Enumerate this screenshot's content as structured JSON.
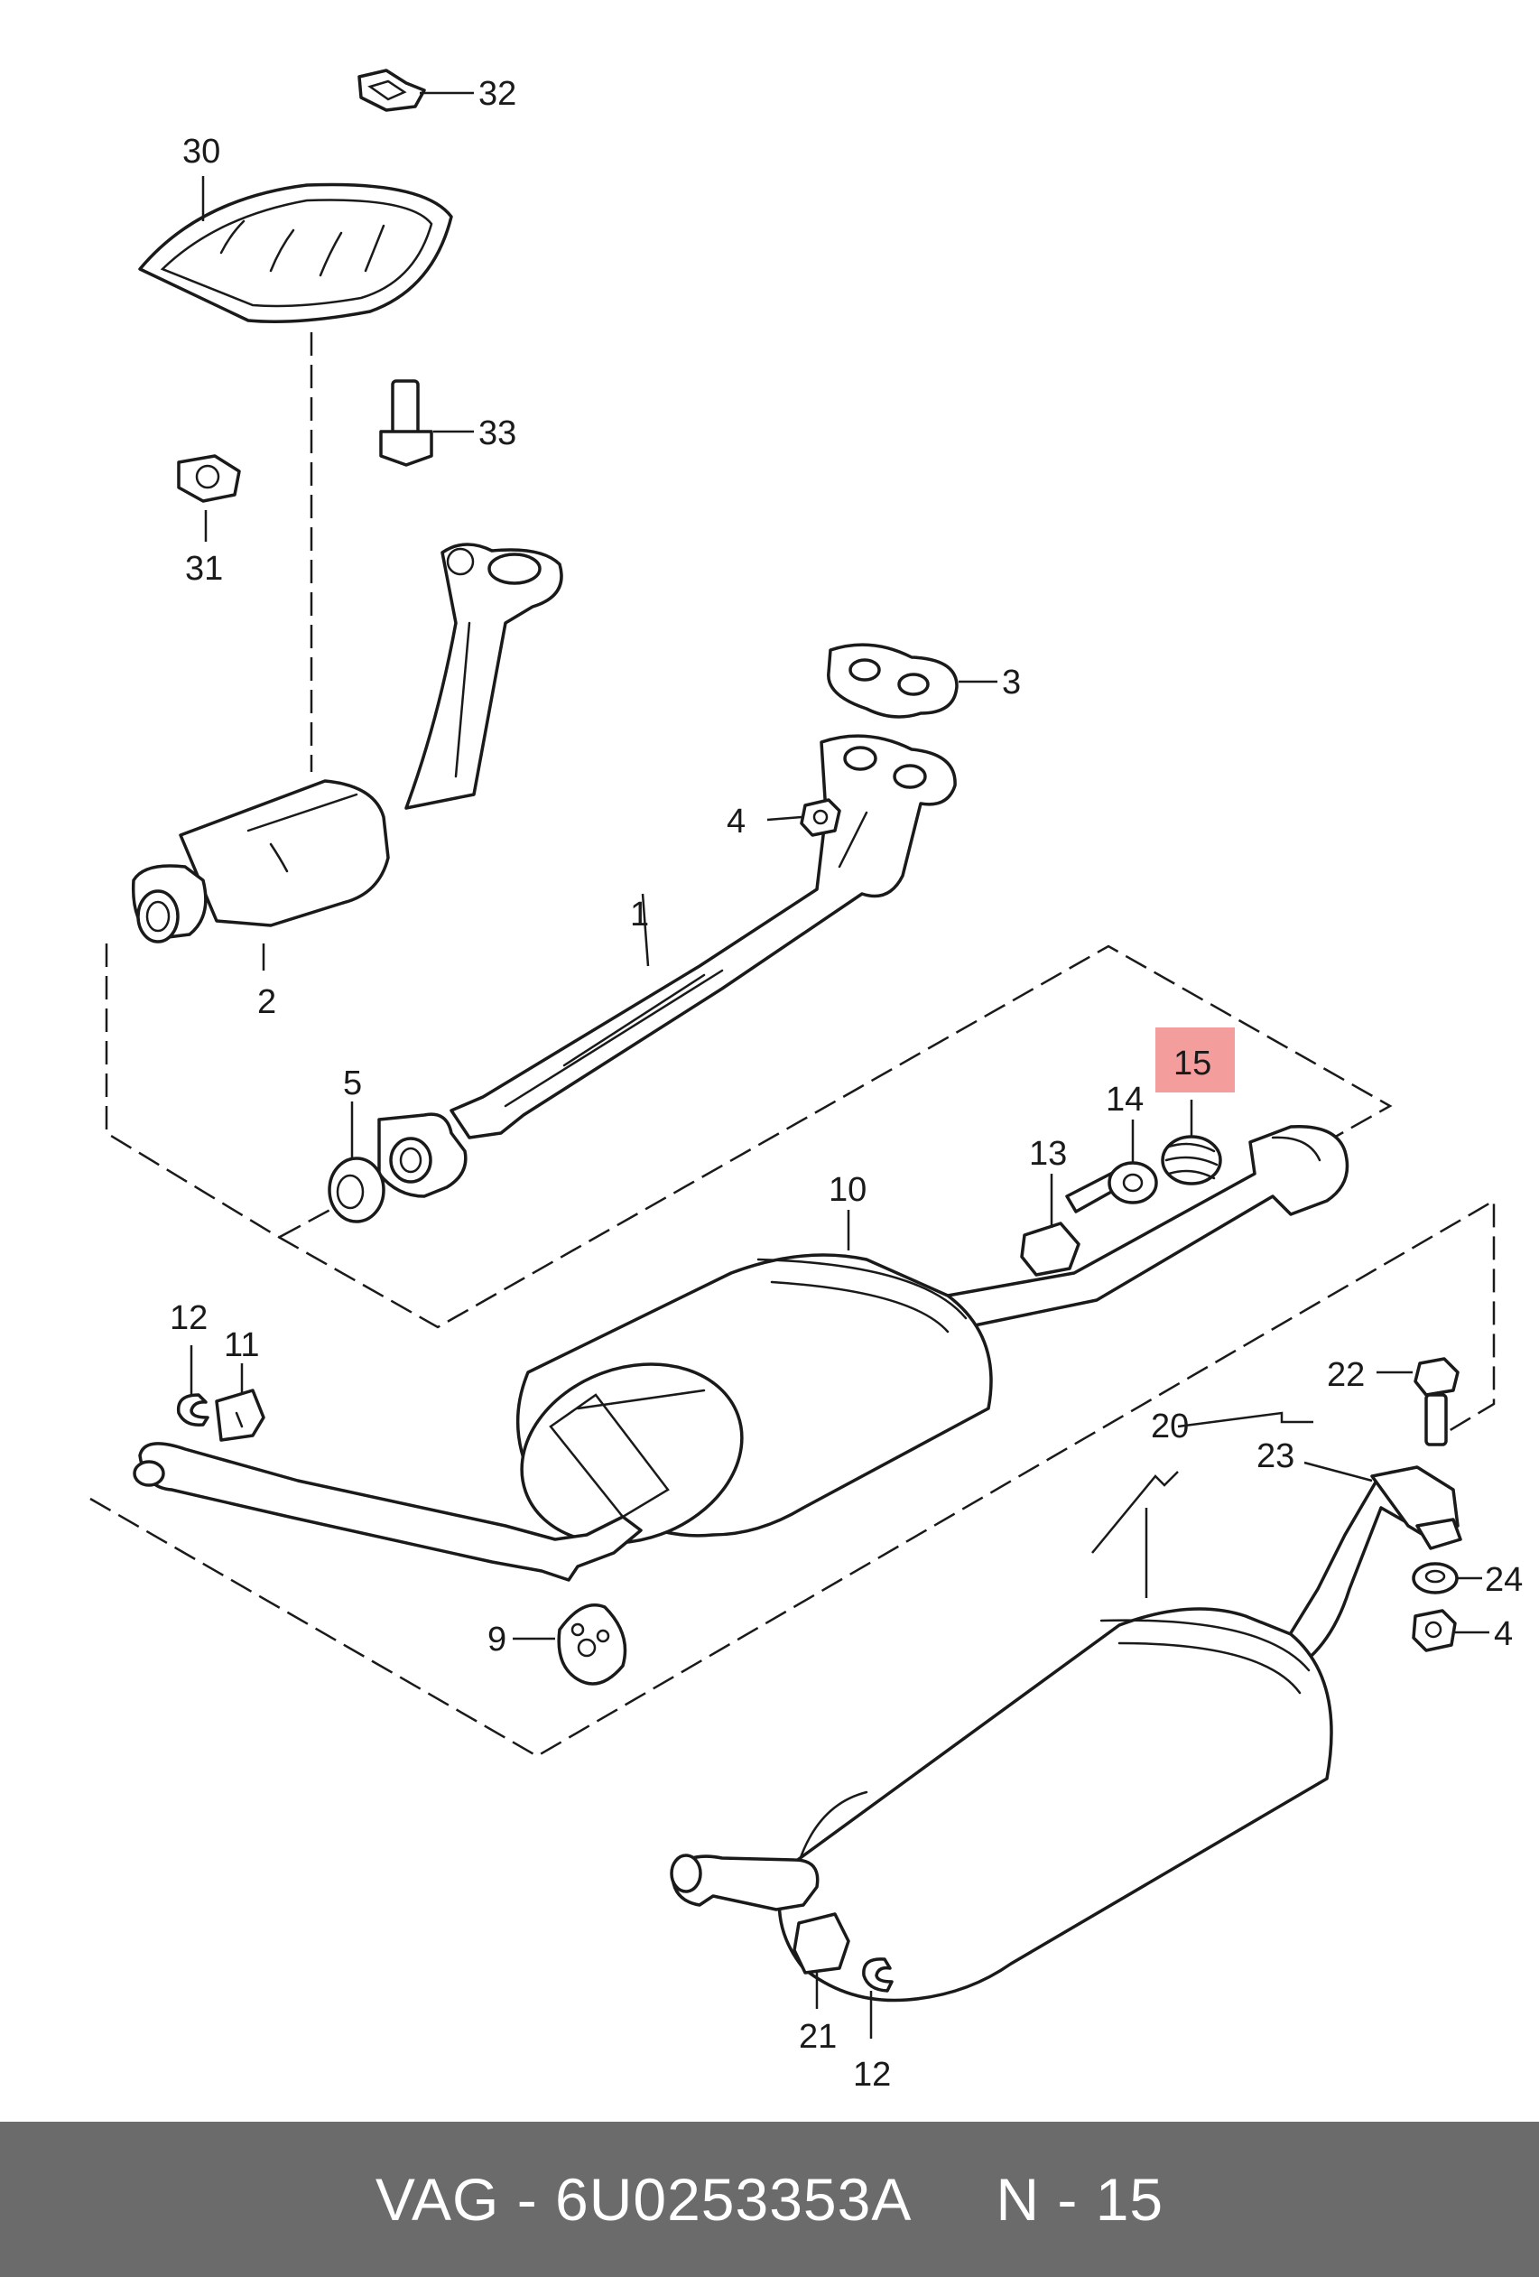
{
  "diagram": {
    "callouts": {
      "c32": "32",
      "c30": "30",
      "c33": "33",
      "c31": "31",
      "c3": "3",
      "c4a": "4",
      "c1": "1",
      "c2": "2",
      "c5": "5",
      "c15": "15",
      "c14": "14",
      "c13": "13",
      "c10": "10",
      "c12a": "12",
      "c11": "11",
      "c22": "22",
      "c20": "20",
      "c23": "23",
      "c24": "24",
      "c4b": "4",
      "c9": "9",
      "c21": "21",
      "c12b": "12"
    },
    "highlighted_callout": "15",
    "highlight_color": "#f28c8c"
  },
  "footer": {
    "brand": "VAG",
    "part_number": "6U0253353A",
    "position": "N - 15",
    "label": "VAG - 6U0253353A     N - 15"
  }
}
